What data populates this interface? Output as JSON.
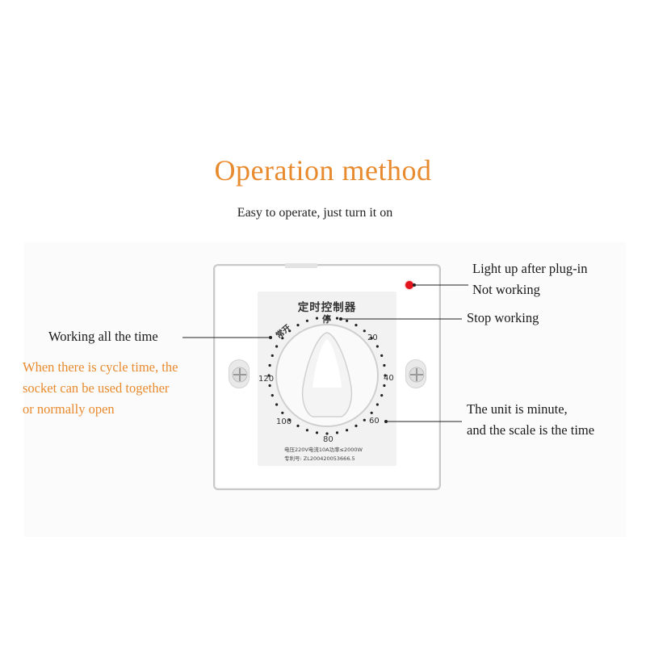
{
  "header": {
    "title": "Operation method",
    "subtitle": "Easy to operate, just turn it on"
  },
  "annotations": {
    "light_up": "Light up after plug-in",
    "not_working": "Not working",
    "stop_working": "Stop working",
    "working_all_time": "Working all the time",
    "cycle_line1": "When there is cycle time, the",
    "cycle_line2": "socket can be used together",
    "cycle_line3": "or normally open",
    "unit_line1": "The unit is minute,",
    "unit_line2": "and the scale is the time"
  },
  "device": {
    "panel_title": "定时控制器",
    "stop_char": "停",
    "always_on": "常开",
    "scale": [
      "20",
      "40",
      "60",
      "80",
      "100",
      "120"
    ],
    "spec_line1": "电压220V电流10A功率≤2000W",
    "spec_line2": "专利号: ZL200420053666.5",
    "indicator_color": "#e0141a"
  },
  "colors": {
    "accent": "#e88a2e",
    "text": "#1a1a1a"
  }
}
